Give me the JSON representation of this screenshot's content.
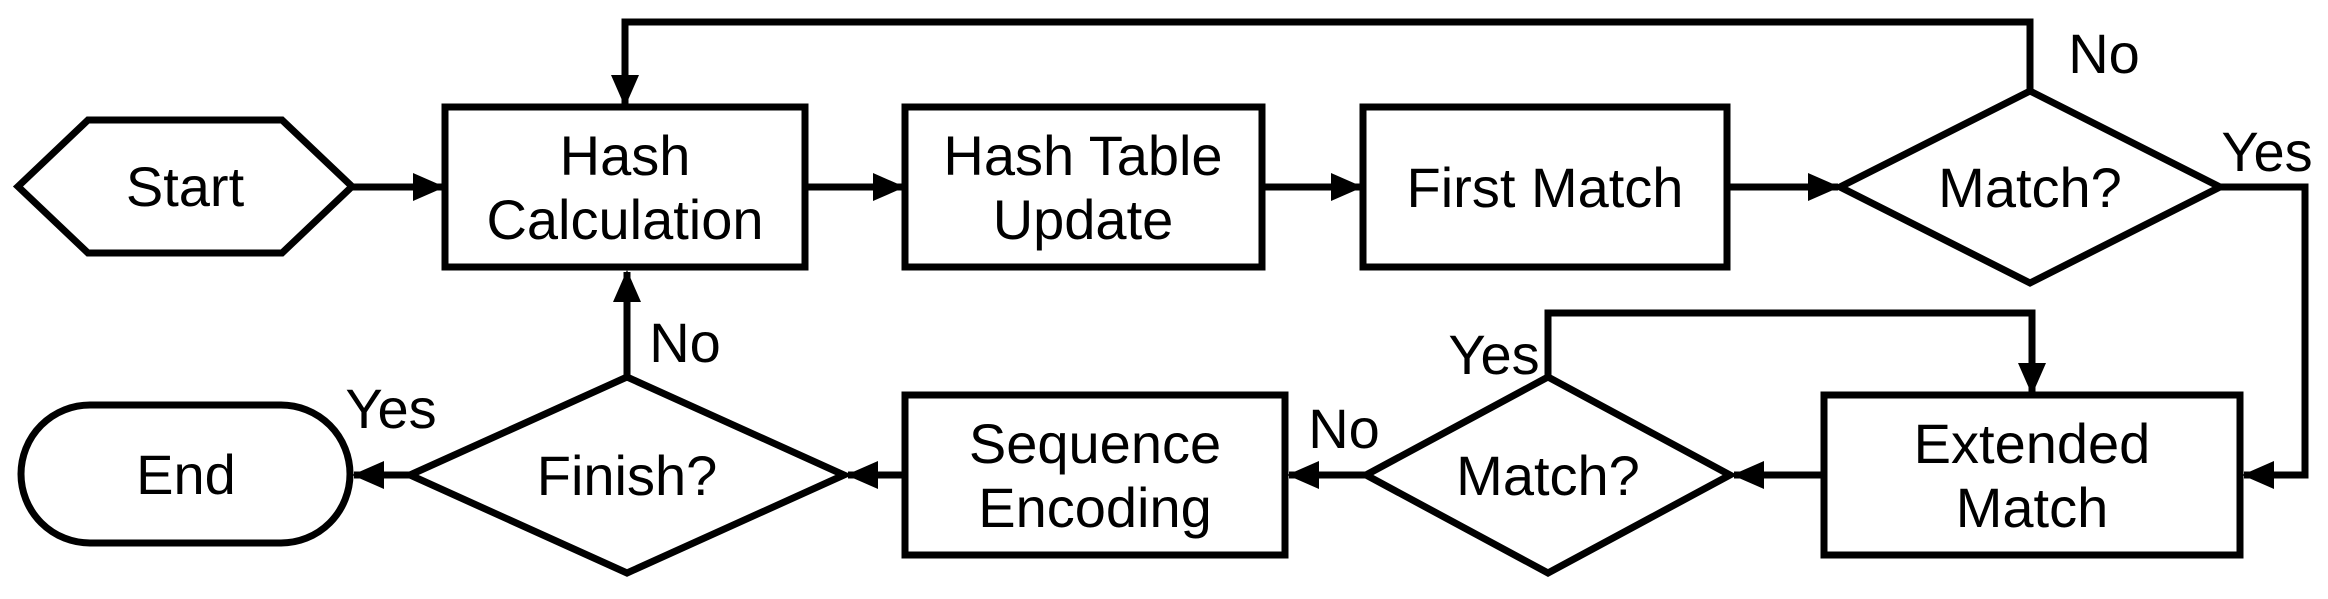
{
  "diagram": {
    "background": "#ffffff",
    "stroke_color": "#000000",
    "node_fill": "#ffffff",
    "nodes": {
      "start": {
        "type": "terminator-hexagon",
        "label": "Start"
      },
      "hash_calculation": {
        "type": "process",
        "line1": "Hash",
        "line2": "Calculation"
      },
      "hash_table_update": {
        "type": "process",
        "line1": "Hash Table",
        "line2": "Update"
      },
      "first_match": {
        "type": "process",
        "label": "First Match"
      },
      "match_decision_1": {
        "type": "decision",
        "label": "Match?"
      },
      "extended_match": {
        "type": "process",
        "line1": "Extended",
        "line2": "Match"
      },
      "match_decision_2": {
        "type": "decision",
        "label": "Match?"
      },
      "sequence_encoding": {
        "type": "process",
        "line1": "Sequence",
        "line2": "Encoding"
      },
      "finish_decision": {
        "type": "decision",
        "label": "Finish?"
      },
      "end": {
        "type": "terminator-stadium",
        "label": "End"
      }
    },
    "edge_labels": {
      "match1_no": "No",
      "match1_yes": "Yes",
      "match2_yes": "Yes",
      "match2_no": "No",
      "finish_yes": "Yes",
      "finish_no": "No"
    },
    "edges": [
      {
        "from": "start",
        "to": "hash_calculation",
        "label": ""
      },
      {
        "from": "hash_calculation",
        "to": "hash_table_update",
        "label": ""
      },
      {
        "from": "hash_table_update",
        "to": "first_match",
        "label": ""
      },
      {
        "from": "first_match",
        "to": "match_decision_1",
        "label": ""
      },
      {
        "from": "match_decision_1",
        "to": "hash_calculation",
        "label": "No"
      },
      {
        "from": "match_decision_1",
        "to": "extended_match",
        "label": "Yes"
      },
      {
        "from": "extended_match",
        "to": "match_decision_2",
        "label": ""
      },
      {
        "from": "match_decision_2",
        "to": "extended_match",
        "label": "Yes"
      },
      {
        "from": "match_decision_2",
        "to": "sequence_encoding",
        "label": "No"
      },
      {
        "from": "sequence_encoding",
        "to": "finish_decision",
        "label": ""
      },
      {
        "from": "finish_decision",
        "to": "end",
        "label": "Yes"
      },
      {
        "from": "finish_decision",
        "to": "hash_calculation",
        "label": "No"
      }
    ]
  }
}
